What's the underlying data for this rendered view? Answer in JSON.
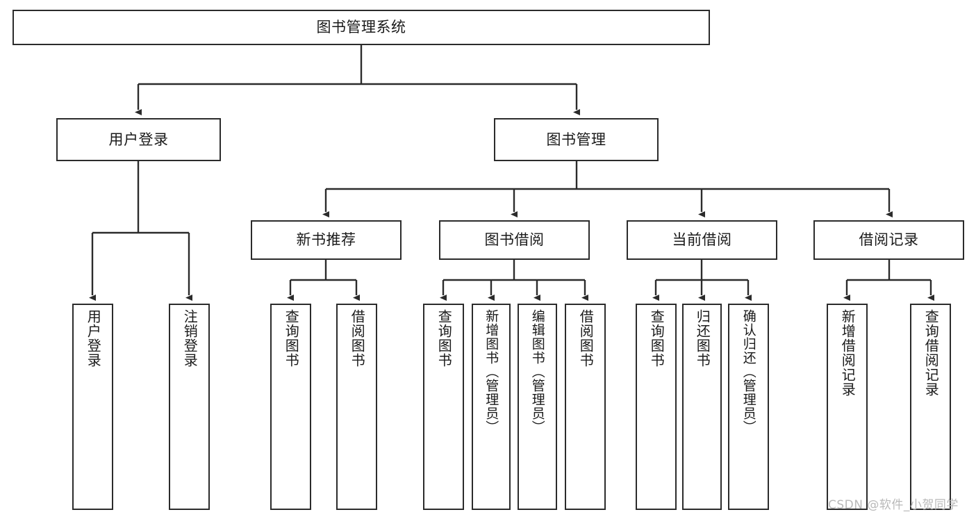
{
  "diagram": {
    "title": "图书管理系统",
    "watermark": "CSDN @软件_小贺同学",
    "colors": {
      "stroke": "#2b2b2b",
      "fill": "#ffffff",
      "text": "#1a1a1a",
      "watermark": "#b9b9b9"
    },
    "root": {
      "label": "图书管理系统"
    },
    "level2": [
      {
        "label": "用户登录"
      },
      {
        "label": "图书管理"
      }
    ],
    "level3": [
      {
        "label": "新书推荐"
      },
      {
        "label": "图书借阅"
      },
      {
        "label": "当前借阅"
      },
      {
        "label": "借阅记录"
      }
    ],
    "leaves": [
      {
        "label": "用户登录",
        "parent": "用户登录"
      },
      {
        "label": "注销登录",
        "parent": "用户登录"
      },
      {
        "label": "查询图书",
        "parent": "新书推荐"
      },
      {
        "label": "借阅图书",
        "parent": "新书推荐"
      },
      {
        "label": "查询图书",
        "parent": "图书借阅"
      },
      {
        "label": "新增图书（管理员）",
        "parent": "图书借阅"
      },
      {
        "label": "编辑图书（管理员）",
        "parent": "图书借阅"
      },
      {
        "label": "借阅图书",
        "parent": "图书借阅"
      },
      {
        "label": "查询图书",
        "parent": "当前借阅"
      },
      {
        "label": "归还图书",
        "parent": "当前借阅"
      },
      {
        "label": "确认归还（管理员）",
        "parent": "当前借阅"
      },
      {
        "label": "新增借阅记录",
        "parent": "借阅记录"
      },
      {
        "label": "查询借阅记录",
        "parent": "借阅记录"
      }
    ]
  }
}
